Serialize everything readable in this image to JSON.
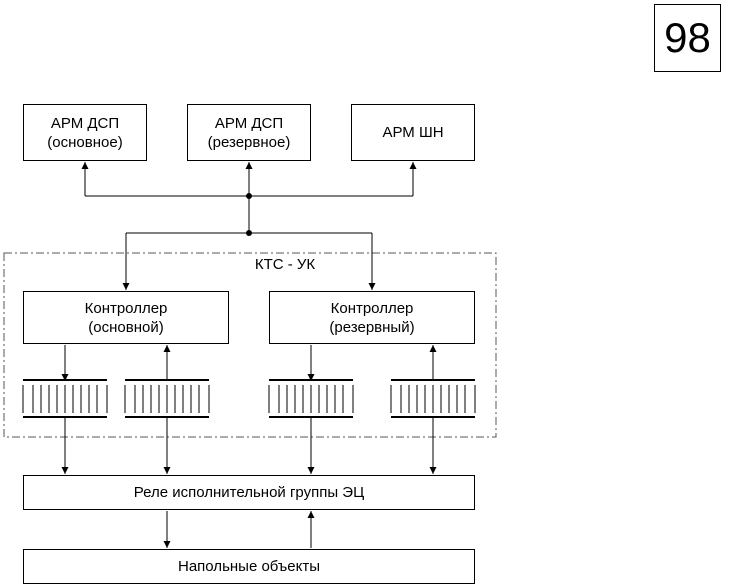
{
  "page_number": "98",
  "arm_dsp_main": {
    "line1": "АРМ ДСП",
    "line2": "(основное)"
  },
  "arm_dsp_reserve": {
    "line1": "АРМ ДСП",
    "line2": "(резервное)"
  },
  "arm_shn": {
    "label": "АРМ ШН"
  },
  "kts_uk": {
    "label": "КТС - УК"
  },
  "controller_main": {
    "line1": "Контроллер",
    "line2": "(основной)"
  },
  "controller_reserve": {
    "line1": "Контроллер",
    "line2": "(резервный)"
  },
  "relay_group": {
    "label": "Реле исполнительной группы ЭЦ"
  },
  "floor_objects": {
    "label": "Напольные объекты"
  },
  "colors": {
    "line": "#000000",
    "dashed_border": "#555555"
  }
}
